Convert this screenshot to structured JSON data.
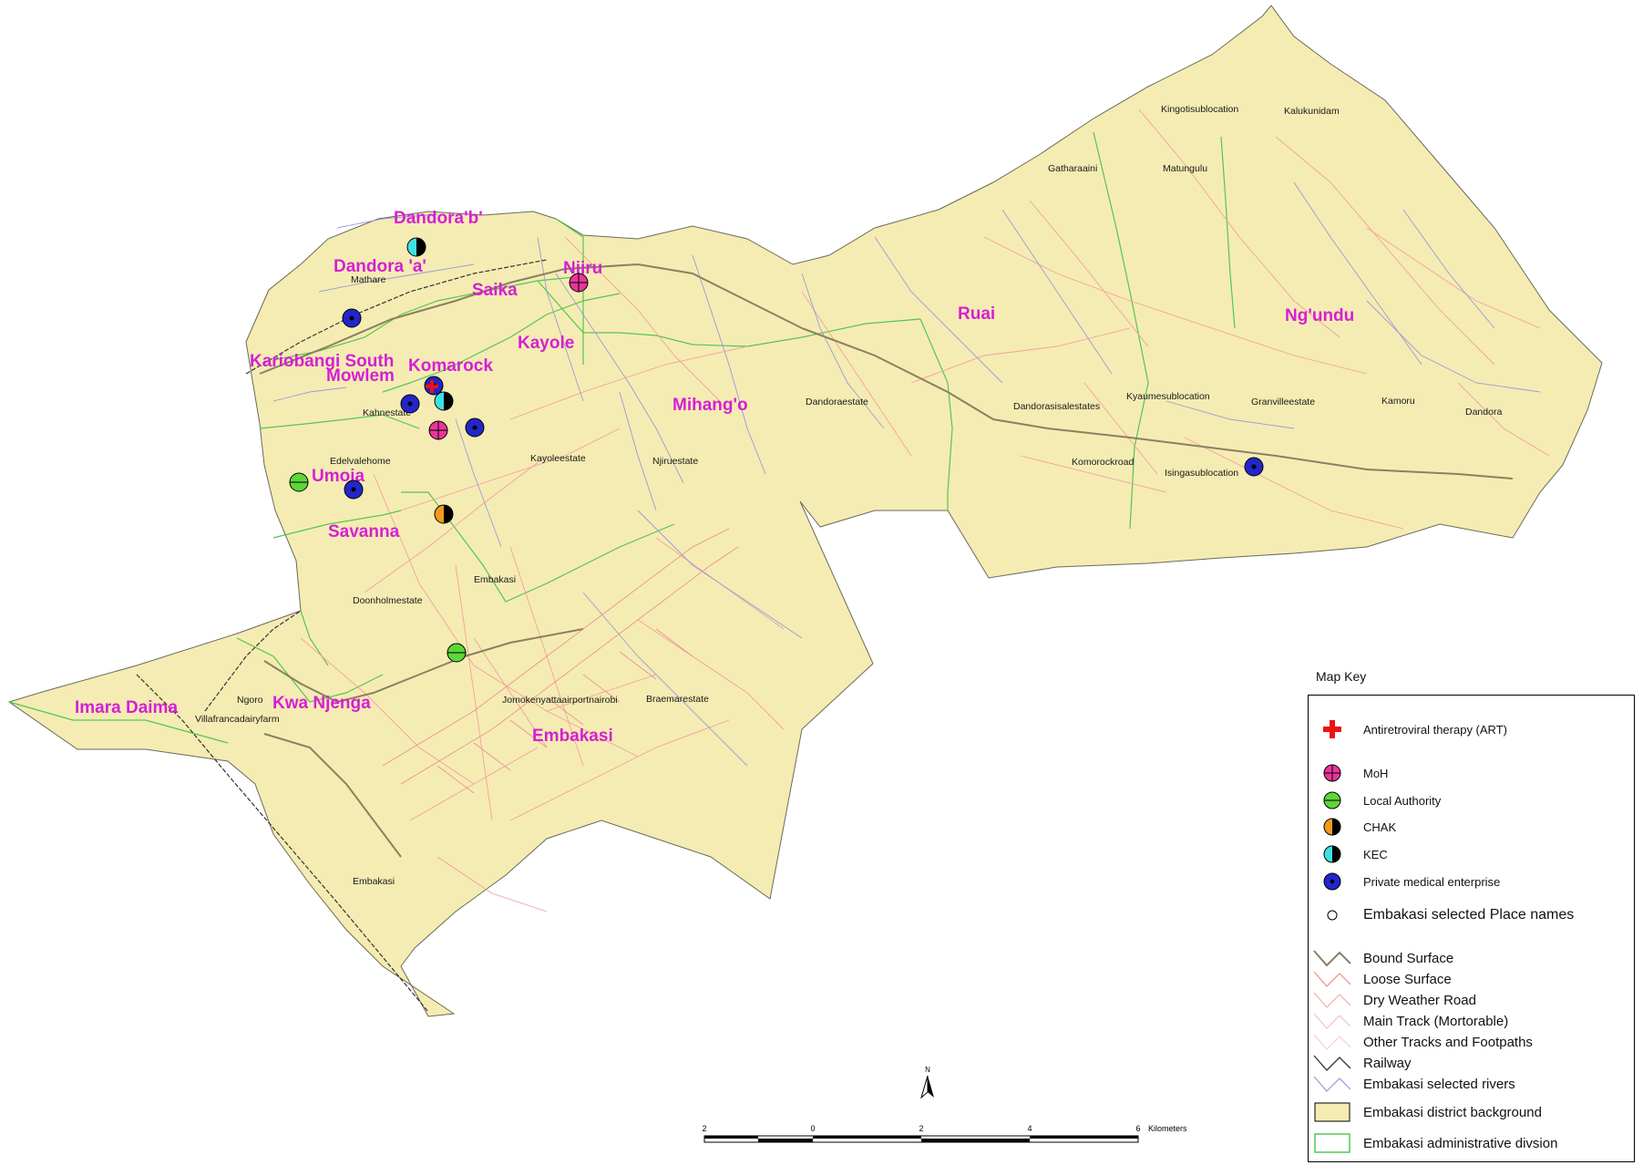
{
  "colors": {
    "district_fill": "#f5ecb3",
    "admin_boundary": "#53c653",
    "region_label": "#d61fd6",
    "moh": "#e9359b",
    "local_authority": "#5dd63a",
    "chak": "#f39a1c",
    "kec": "#3fe0e0",
    "private": "#2226c9",
    "art": "#ee1111",
    "bound_surface": "#8a8060",
    "loose_surface": "#f08a8a",
    "river": "#9a9ad8",
    "railway": "#333333"
  },
  "regions": [
    "Dandora'b'",
    "Dandora 'a'",
    "Njiru",
    "Saika",
    "Kayole",
    "Kariobangi South",
    "Mowlem",
    "Komarock",
    "Mihang'o",
    "Ruai",
    "Ng'undu",
    "Umoja",
    "Savanna",
    "Imara Daima",
    "Kwa Njenga",
    "Embakasi"
  ],
  "places": [
    "Mathare",
    "Kahnestate",
    "Edelvalehome",
    "Kayoleestate",
    "Njiruestate",
    "Dandoraestate",
    "Dandorasisalestates",
    "Kyaumesublocation",
    "Granvilleestate",
    "Kamoru",
    "Dandora",
    "Komorockroad",
    "Isingasublocation",
    "Gatharaaini",
    "Kingotisublocation",
    "Kalukunidam",
    "Matungulu",
    "Embakasi",
    "Doonholmestate",
    "Ngoro",
    "Villafrancadairyfarm",
    "Jomokenyattaairportnairobi",
    "Braemarestate",
    "Embakasi"
  ],
  "legend": {
    "title": "Map Key",
    "items": [
      {
        "label": "Antiretroviral therapy (ART)",
        "icon": "art-cross-icon"
      },
      {
        "label": "MoH",
        "icon": "moh-marker-icon"
      },
      {
        "label": "Local Authority",
        "icon": "local-authority-marker-icon"
      },
      {
        "label": "CHAK",
        "icon": "chak-marker-icon"
      },
      {
        "label": "KEC",
        "icon": "kec-marker-icon"
      },
      {
        "label": "Private medical enterprise",
        "icon": "private-marker-icon"
      },
      {
        "label": "Embakasi  selected Place names",
        "icon": "place-name-icon"
      },
      {
        "label": "Bound Surface",
        "icon": "bound-surface-line-icon"
      },
      {
        "label": "Loose Surface",
        "icon": "loose-surface-line-icon"
      },
      {
        "label": "Dry Weather Road",
        "icon": "dry-weather-road-line-icon"
      },
      {
        "label": "Main Track (Mortorable)",
        "icon": "main-track-line-icon"
      },
      {
        "label": "Other Tracks and Footpaths",
        "icon": "other-tracks-line-icon"
      },
      {
        "label": "Railway",
        "icon": "railway-line-icon"
      },
      {
        "label": "Embakasi selected rivers",
        "icon": "rivers-line-icon"
      },
      {
        "label": "Embakasi  district background",
        "icon": "district-background-swatch-icon"
      },
      {
        "label": "Embakasi administrative divsion",
        "icon": "admin-division-swatch-icon"
      }
    ]
  },
  "scale": {
    "ticks": [
      "2",
      "0",
      "2",
      "4",
      "6"
    ],
    "unit": "Kilometers"
  },
  "north_label": "N"
}
